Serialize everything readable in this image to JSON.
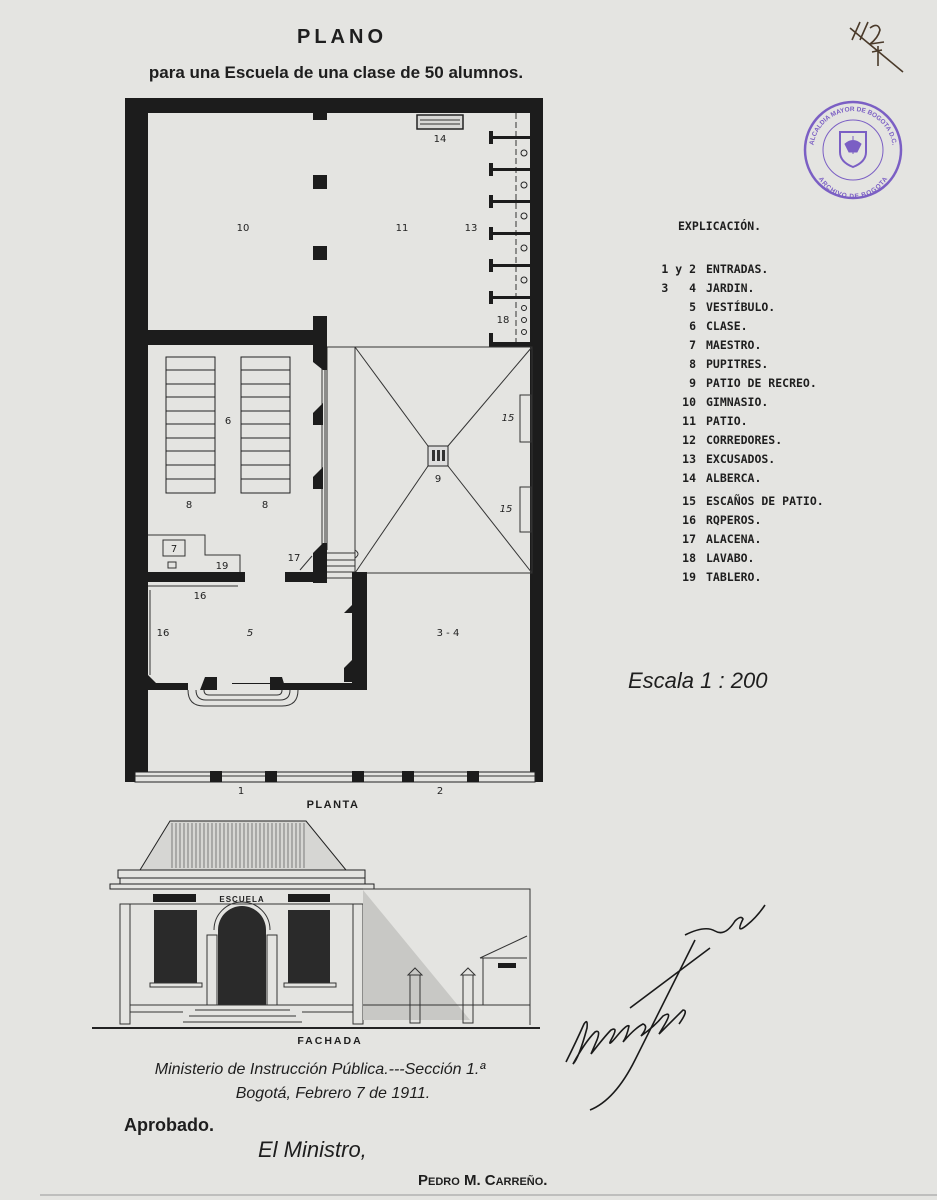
{
  "title": "PLANO",
  "subtitle": "para una Escuela de una clase de 50 alumnos.",
  "plan": {
    "caption": "PLANTA",
    "room_labels": {
      "gimnasio": "10",
      "patio": "11",
      "excusados": "13",
      "alberca": "14",
      "lavabo": "18",
      "clase": "6",
      "pupitres_a": "8",
      "pupitres_b": "8",
      "patio_recreo": "9",
      "escano_a": "15",
      "escano_b": "15",
      "maestro": "7",
      "tablero": "19",
      "alacena": "17",
      "roperos_a": "16",
      "roperos_b": "16",
      "vestibulo": "5",
      "jardin": "3 - 4",
      "entrada_1": "1",
      "entrada_2": "2"
    }
  },
  "legend": {
    "heading": "EXPLICACIÓN.",
    "items": [
      {
        "num": "1 y 2",
        "label": "ENTRADAS."
      },
      {
        "num": "3   4",
        "label": "JARDIN."
      },
      {
        "num": "5",
        "label": "VESTÍBULO."
      },
      {
        "num": "6",
        "label": "CLASE."
      },
      {
        "num": "7",
        "label": "MAESTRO."
      },
      {
        "num": "8",
        "label": "PUPITRES."
      },
      {
        "num": "9",
        "label": "PATIO DE RECREO."
      },
      {
        "num": "10",
        "label": "GIMNASIO."
      },
      {
        "num": "11",
        "label": "PATIO."
      },
      {
        "num": "12",
        "label": "CORREDORES."
      },
      {
        "num": "13",
        "label": "EXCUSADOS."
      },
      {
        "num": "14",
        "label": "ALBERCA."
      },
      {
        "num": "15",
        "label": "ESCAÑOS DE PATIO."
      },
      {
        "num": "16",
        "label": "RQPEROS."
      },
      {
        "num": "17",
        "label": "ALACENA."
      },
      {
        "num": "18",
        "label": "LAVABO."
      },
      {
        "num": "19",
        "label": "TABLERO."
      }
    ]
  },
  "scale": "Escala  1 : 200",
  "facade": {
    "sign": "ESCUELA",
    "caption": "FACHADA"
  },
  "footer": {
    "ministry": "Ministerio de Instrucción Pública.---Sección 1.ª",
    "date": "Bogotá, Febrero 7 de 1911.",
    "approved": "Aprobado.",
    "minister_title": "El Ministro,",
    "minister_name": "Pedro M. Carreño."
  },
  "stamp": {
    "top": "ALCALDIA MAYOR DE BOGOTA D.C.",
    "bottom": "ARCHIVO DE BOGOTA",
    "color": "#7b5fc4"
  },
  "signature": "Alberto Borda Tanco",
  "colors": {
    "paper": "#e4e4e1",
    "ink": "#1c1c1c"
  }
}
